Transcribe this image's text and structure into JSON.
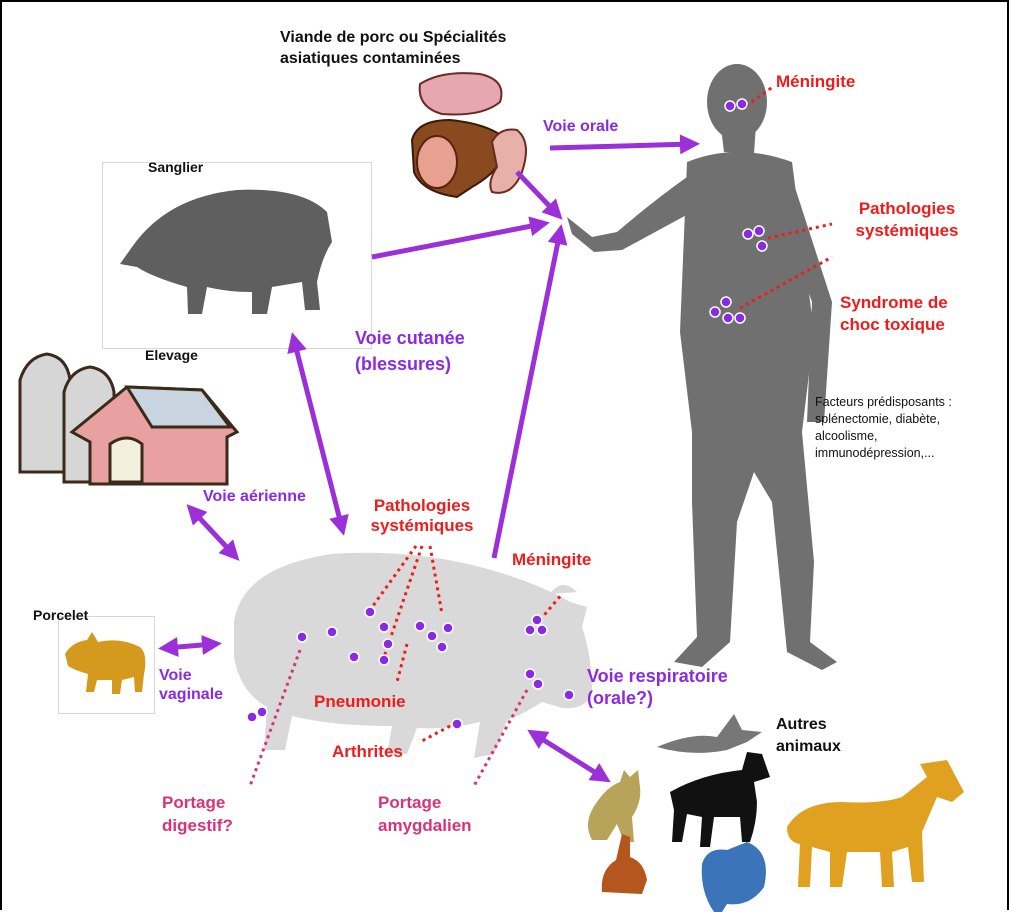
{
  "labels": {
    "meat_source": "Viande de porc ou Spécialités asiatiques  contaminées",
    "sanglier": "Sanglier",
    "elevage": "Elevage",
    "porcelet": "Porcelet",
    "autres_animaux": "Autres animaux"
  },
  "routes": {
    "voie_orale": "Voie orale",
    "voie_cutanee": "Voie cutanée (blessures)",
    "voie_aerienne": "Voie aérienne",
    "voie_vaginale": "Voie vaginale",
    "voie_respiratoire": "Voie respiratoire (orale?)"
  },
  "human_conditions": {
    "meningite": "Méningite",
    "pathologies": "Pathologies systémiques",
    "syndrome": "Syndrome de choc toxique",
    "facteurs": "Facteurs prédisposants : splénectomie, diabète, alcoolisme, immunodépression,..."
  },
  "pig_conditions": {
    "pathologies": "Pathologies systémiques",
    "meningite": "Méningite",
    "pneumonie": "Pneumonie",
    "arthrites": "Arthrites",
    "portage_digestif": "Portage digestif?",
    "portage_amygdalien": "Portage amygdalien"
  },
  "colors": {
    "route": "#9b30d9",
    "condition": "#ee1c1c",
    "carriage": "#d8337a",
    "human": "#707070",
    "pig": "#d9d9d9",
    "piglet": "#d49a1e",
    "horse": "#e0a020",
    "dog": "#111111",
    "bacteria": "#8a2be2"
  }
}
